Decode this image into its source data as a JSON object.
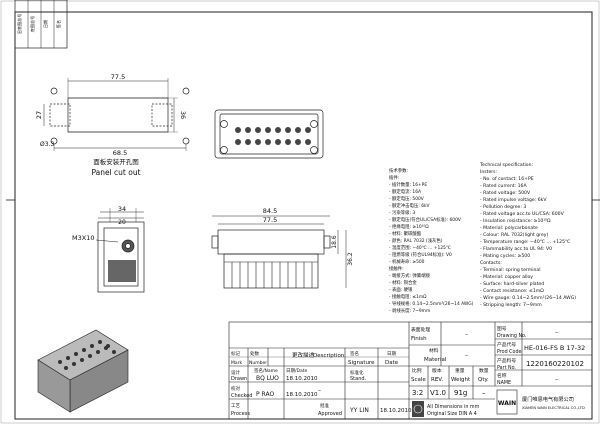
{
  "corner_stamp": {
    "rows": [
      "旧底图总号",
      "底图总号",
      "日期",
      "签名"
    ]
  },
  "panel_cutout": {
    "dim_width": "77.5",
    "dim_height": "27",
    "dim_left_height": "36",
    "dim_bottom": "68.5",
    "dim_hole": "Ø3.3",
    "caption_cn": "面板安装开孔图",
    "caption_en": "Panel cut out"
  },
  "side_view": {
    "dim_top": "84.5",
    "dim_inner": "77.5",
    "dim_h1": "18.6",
    "dim_h2": "36.2"
  },
  "end_view": {
    "dim_top": "34",
    "dim_inner": "20",
    "thread_label": "M3X10"
  },
  "spec_cn": {
    "lines": [
      "技术参数:",
      "插件:",
      "- 插针数量:  16+PE",
      "- 额定电流:  16A",
      "- 额定电压:  500V",
      "- 额定冲击电压:  6kV",
      "- 污染等级:  3",
      "- 额定电压(符合UL/CSA标准):  600V",
      "- 绝缘电阻:  ≥10¹⁰Ω",
      "- 材料:  聚碳酸酯",
      "- 颜色:  RAL 7032 (浅灰色)",
      "- 温度范围:  −40℃ … +125℃",
      "- 阻燃等级 (符合UL94标准):  V0",
      "- 机械寿命:  ≥500",
      "接触件:",
      "- 端接方式:  弹簧端接",
      "- 材料:  铜合金",
      "- 表面:  硬银",
      "- 接触电阻:  ≤1mΩ",
      "- 导线规格:  0.14~2.5mm²(26~14 AWG)",
      "- 剥线长度:  7~9mm"
    ]
  },
  "spec_en": {
    "lines": [
      "Technical specification:",
      "Insters:",
      "- No. of contact: 16+PE",
      "- Rated current: 16A",
      "- Rated voltage: 500V",
      "- Rated impulse voltage: 6kV",
      "- Pollution degree: 3",
      "- Rated voltage acc.to UL/CSA: 600V",
      "- Insulation resistance: ≥10¹⁰Ω",
      "- Material: polycarbonate",
      "- Colour: RAL 7032(light grey)",
      "- Temperature range: −40℃ … +125℃",
      "- Flammability acc.to UL 94: V0",
      "- Mating cycles: ≥500",
      "Contacts:",
      "- Terminal: spring terminal",
      "- Material: copper alloy",
      "- Surface: hard-silver plated",
      "- Contact resistance: ≤1mΩ",
      "- Wire gauge: 0.14~2.5mm²(26~14 AWG)",
      "- Stripping length: 7~9mm"
    ]
  },
  "title_block": {
    "finish_cn": "表面处理",
    "finish_en": "Finish",
    "finish_val": "–",
    "material_cn": "材料",
    "material_en": "Material",
    "material_val": "–",
    "drawing_no_cn": "图号",
    "drawing_no_en": "Drawing No.",
    "drawing_no_val": "–",
    "product_code_cn": "产品代号",
    "product_code_en": "Prod Code",
    "product_code_val": "HE-016-FS B 17-32",
    "part_no_cn": "产品料号",
    "part_no_en": "Part No.",
    "part_no_val": "1220160220102",
    "name_cn": "名称",
    "name_en": "NAME",
    "name_val": "–",
    "col_scale_cn": "比例",
    "col_scale_en": "Scale",
    "col_rev_cn": "版本",
    "col_rev_en": "REV.",
    "col_weight_cn": "重量",
    "col_weight_en": "Weight",
    "col_qty_cn": "数量",
    "col_qty_en": "Qty.",
    "scale_val": "3:2",
    "rev_val": "V1.0",
    "weight_val": "91g",
    "qty_val": "–",
    "tolerance_note_1": "All Dimensions in mm",
    "tolerance_note_2": "Original Size DIN A 4",
    "company_cn": "厦门唯恩电气有限公司",
    "company_en": "XIAMEN WAIN ELECTRICAL CO.,LTD",
    "logo_text": "WAIN",
    "hdr_mark_cn": "标记",
    "hdr_mark_en": "Mark",
    "hdr_count_cn": "处数",
    "hdr_count_en": "Number",
    "hdr_desc_cn": "更改描述",
    "hdr_desc_en": "Description",
    "hdr_sig_cn": "签名",
    "hdr_sig_en": "Signature",
    "hdr_date_cn": "日期",
    "hdr_date_en": "Date",
    "drawn_cn": "设计",
    "drawn_en": "Drawn",
    "drawn_name": "BQ LUO",
    "drawn_date": "18.10.2010",
    "checked_cn": "校对",
    "checked_en": "Checked",
    "checked_name": "P RAO",
    "checked_date": "18.10.2010",
    "process_cn": "工艺",
    "process_en": "Process",
    "stand_cn": "标准化",
    "stand_en": "Stand.",
    "stand_val": "–",
    "approved_cn": "批准",
    "approved_en": "Approved",
    "approved_name": "YY LIN",
    "approved_date": "18.10.2010",
    "name_date_hdr": "签名/Name",
    "date_hdr": "日期/Date"
  }
}
